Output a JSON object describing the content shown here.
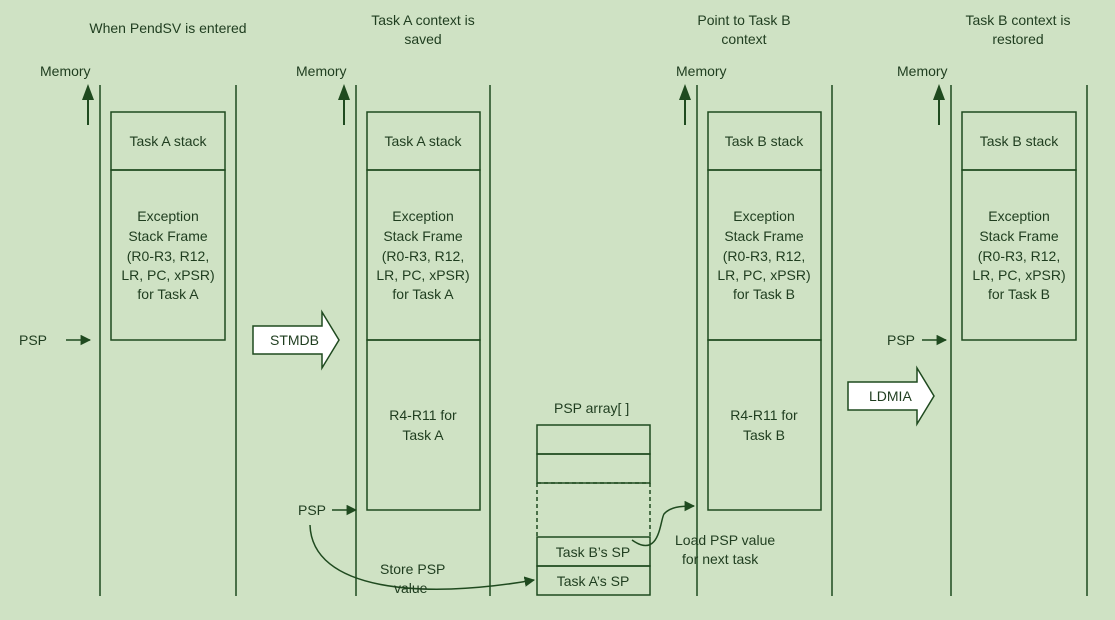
{
  "columns": [
    {
      "title": "When PendSV is entered",
      "memory_label": "Memory",
      "stack_label": "Task A stack",
      "frame_lines": [
        "Exception",
        "Stack Frame",
        "(R0-R3, R12,",
        "LR, PC, xPSR)",
        "for Task A"
      ],
      "regs_lines": [],
      "psp_label": "PSP"
    },
    {
      "title_lines": [
        "Task A context is",
        "saved"
      ],
      "memory_label": "Memory",
      "stack_label": "Task A stack",
      "frame_lines": [
        "Exception",
        "Stack Frame",
        "(R0-R3, R12,",
        "LR, PC, xPSR)",
        "for Task A"
      ],
      "regs_lines": [
        "R4-R11 for",
        "Task A"
      ],
      "psp_label": "PSP"
    },
    {
      "title_lines": [
        "Point to Task B",
        "context"
      ],
      "memory_label": "Memory",
      "stack_label": "Task B stack",
      "frame_lines": [
        "Exception",
        "Stack Frame",
        "(R0-R3, R12,",
        "LR, PC, xPSR)",
        "for Task B"
      ],
      "regs_lines": [
        "R4-R11 for",
        "Task B"
      ]
    },
    {
      "title_lines": [
        "Task B context is",
        "restored"
      ],
      "memory_label": "Memory",
      "stack_label": "Task B stack",
      "frame_lines": [
        "Exception",
        "Stack Frame",
        "(R0-R3, R12,",
        "LR, PC, xPSR)",
        "for Task B"
      ],
      "psp_label": "PSP"
    }
  ],
  "operations": {
    "stmdb": "STMDB",
    "ldmia": "LDMIA"
  },
  "psp_array": {
    "title": "PSP array[ ]",
    "task_b_sp": "Task B’s SP",
    "task_a_sp": "Task A’s SP"
  },
  "annotations": {
    "store_psp_line1": "Store PSP",
    "store_psp_line2": "value",
    "load_psp_line1": "Load PSP value",
    "load_psp_line2": "for next task"
  },
  "colors": {
    "background": "#cfe2c4",
    "stroke": "#1f4a1f",
    "arrow_fill": "#ffffff"
  }
}
